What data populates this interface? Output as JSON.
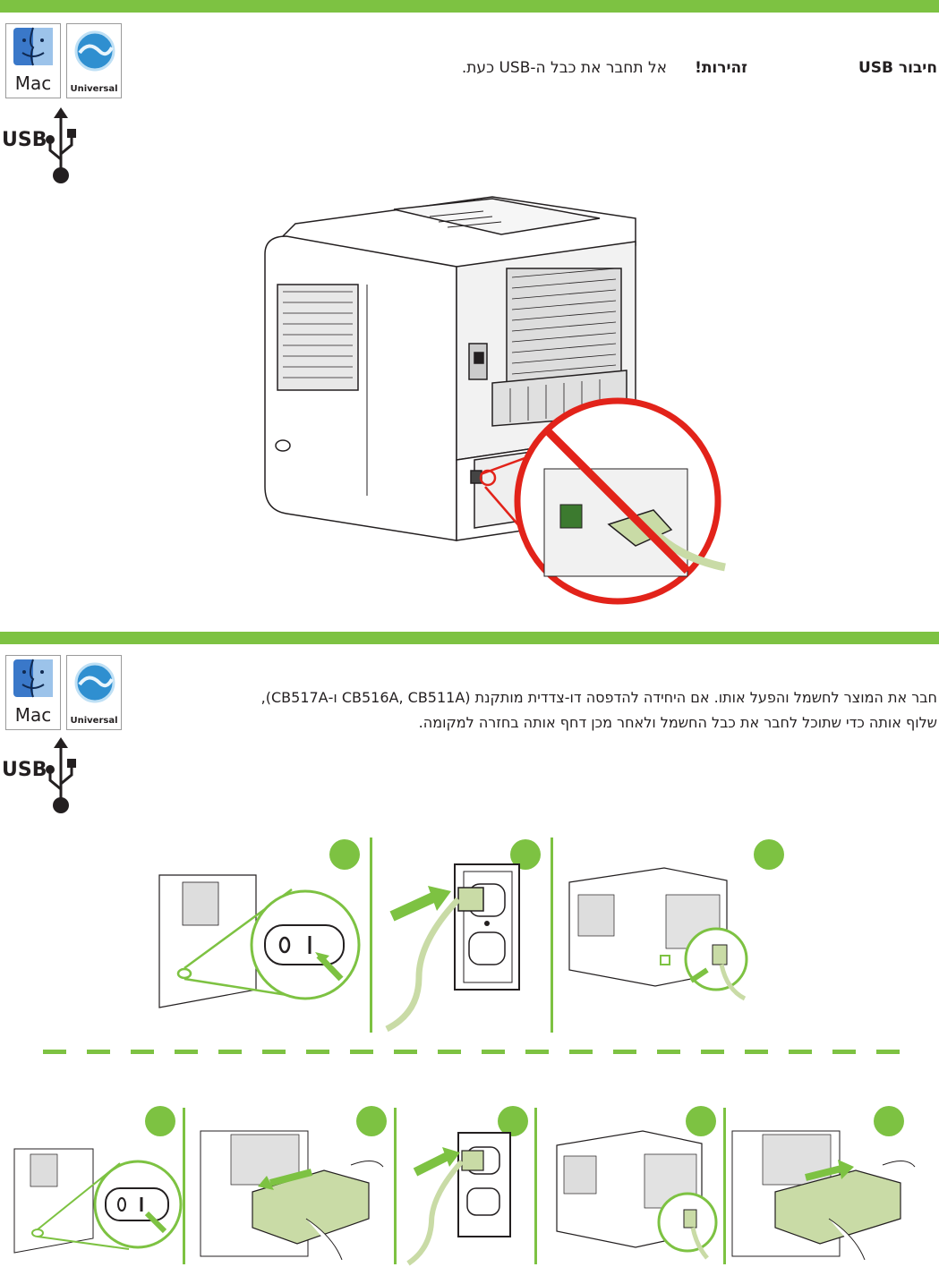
{
  "section1": {
    "heading": "חיבור USB",
    "warning_bold": "זהירות!",
    "warning_text": "אל תחבר את כבל ה-USB כעת.",
    "mac_label": "Mac",
    "universal_label": "Universal",
    "usb_label": "USB"
  },
  "section2": {
    "line1": "חבר את המוצר לחשמל והפעל אותו. אם היחידה להדפסה דו-צדדית מותקנת (CB516A, CB511A ו-CB517A),",
    "line2": "שלוף אותה כדי שתוכל לחבר את כבל החשמל ולאחר מכן דחף אותה בחזרה למקומה.",
    "mac_label": "Mac",
    "universal_label": "Universal",
    "usb_label": "USB"
  },
  "colors": {
    "accent": "#7dc242",
    "warning": "#e2231a",
    "cable": "#c9dba6"
  },
  "icons": [
    "mac-finder-icon",
    "universal-driver-icon",
    "usb-icon",
    "no-entry-icon",
    "power-switch-icon",
    "wall-outlet-icon"
  ]
}
